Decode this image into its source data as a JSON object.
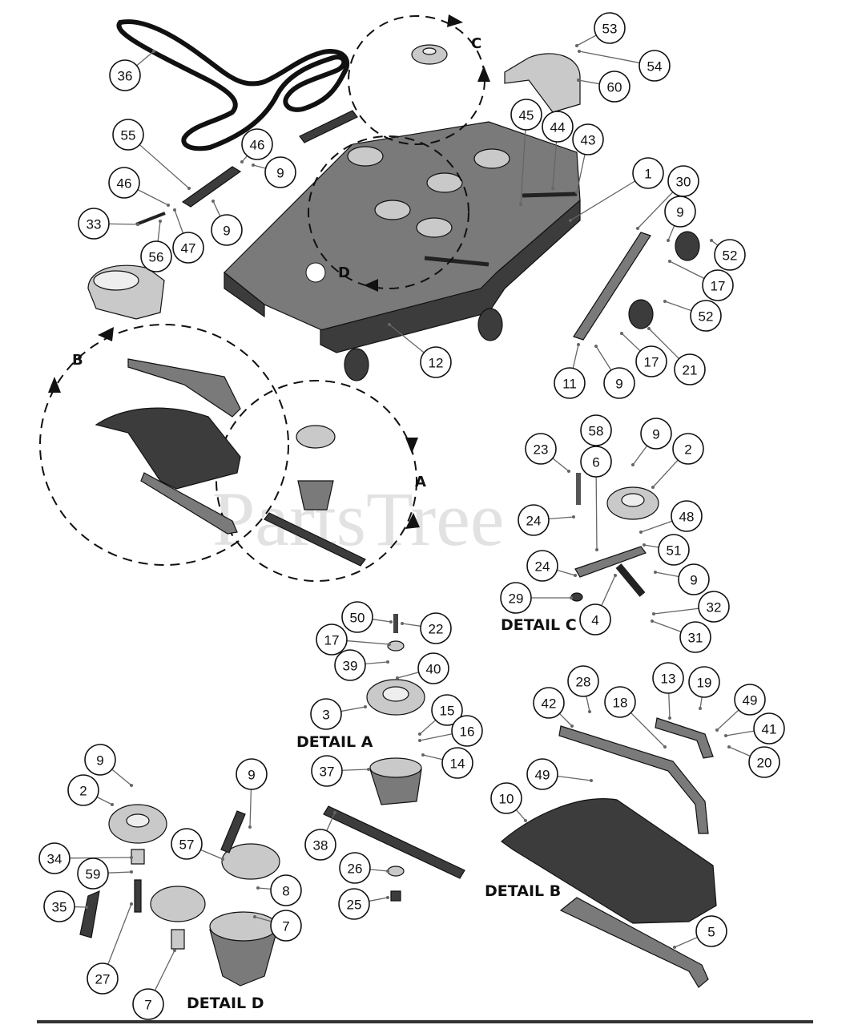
{
  "watermark": "PartsTree",
  "detail_labels": {
    "a": "DETAIL A",
    "b": "DETAIL B",
    "c": "DETAIL C",
    "d": "DETAIL D"
  },
  "view_letters": {
    "a": "A",
    "b": "B",
    "c": "C",
    "d": "D"
  },
  "callouts": [
    "53",
    "54",
    "60",
    "36",
    "45",
    "44",
    "43",
    "55",
    "46",
    "9",
    "1",
    "30",
    "46",
    "33",
    "56",
    "47",
    "9",
    "9",
    "52",
    "17",
    "52",
    "17",
    "21",
    "12",
    "11",
    "9",
    "23",
    "58",
    "9",
    "2",
    "6",
    "24",
    "48",
    "51",
    "24",
    "9",
    "29",
    "4",
    "32",
    "31",
    "50",
    "22",
    "17",
    "39",
    "40",
    "3",
    "15",
    "16",
    "14",
    "37",
    "28",
    "13",
    "19",
    "42",
    "18",
    "49",
    "41",
    "20",
    "49",
    "10",
    "9",
    "2",
    "9",
    "57",
    "34",
    "59",
    "8",
    "35",
    "7",
    "27",
    "7",
    "38",
    "26",
    "25",
    "5"
  ]
}
